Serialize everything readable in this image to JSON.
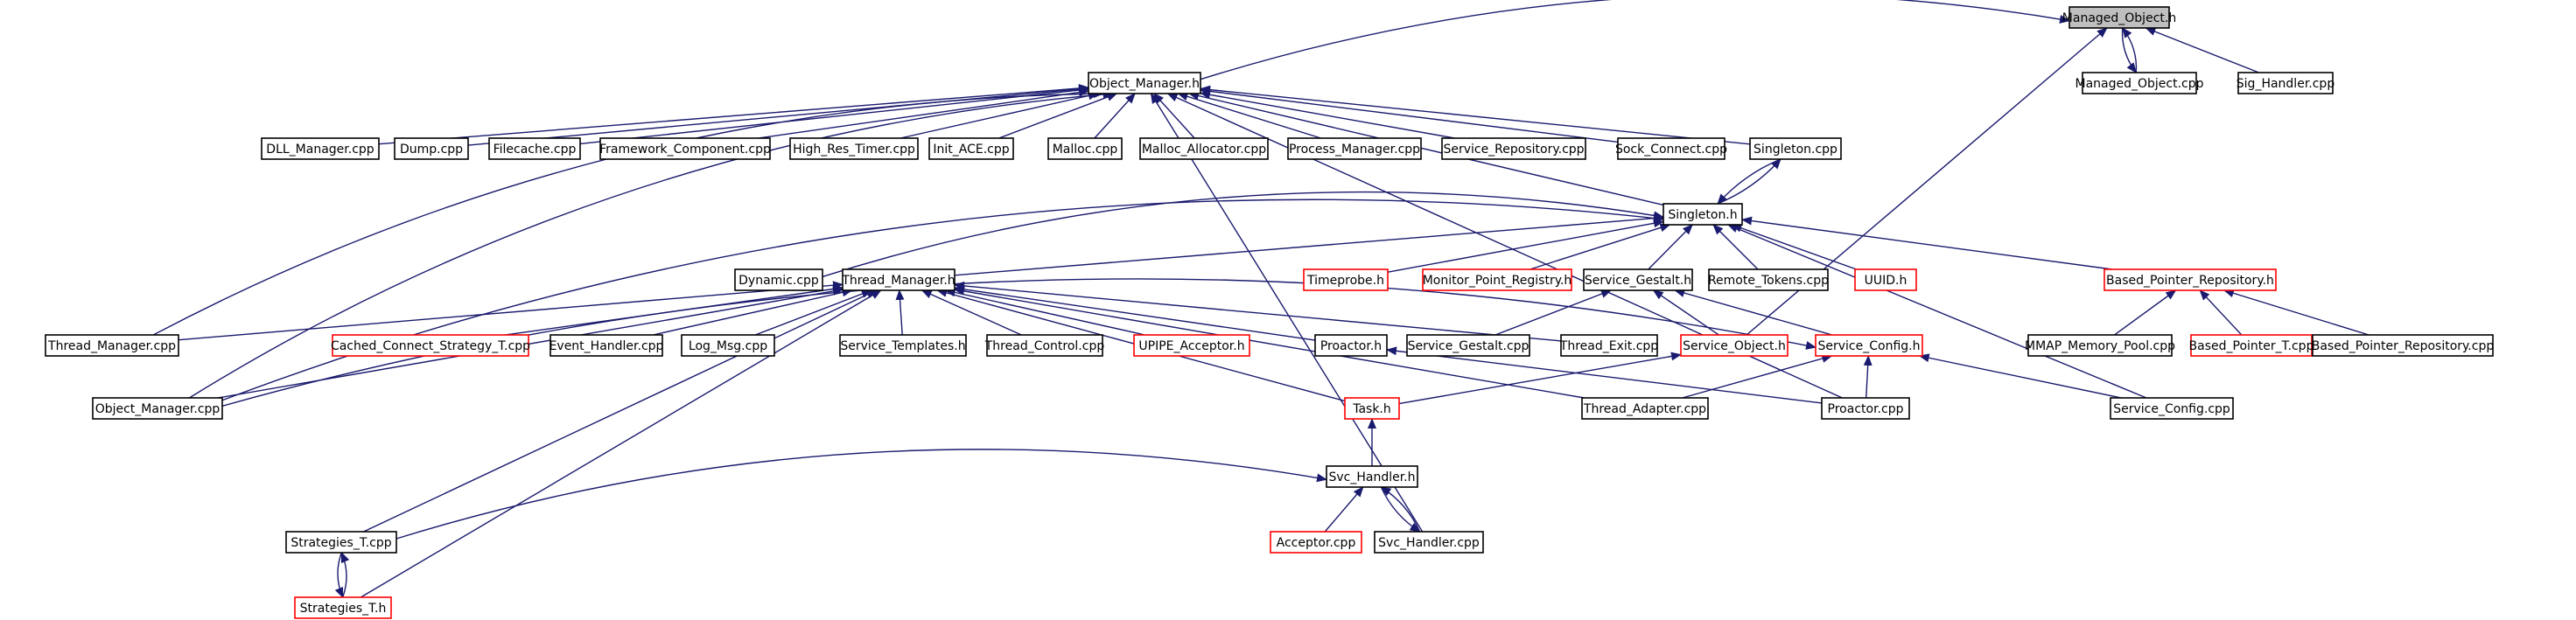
{
  "colors": {
    "edge": "#1a1a6e",
    "documented_border": "#000000",
    "undocumented_border": "#ff0000",
    "root_fill": "#bfbfbf",
    "node_fill": "#ffffff"
  },
  "nodes": [
    {
      "id": "managed_object_h",
      "label": "Managed_Object.h",
      "status": "root"
    },
    {
      "id": "object_manager_h",
      "label": "Object_Manager.h",
      "status": "documented"
    },
    {
      "id": "managed_object_cpp",
      "label": "Managed_Object.cpp",
      "status": "documented"
    },
    {
      "id": "sig_handler_cpp",
      "label": "Sig_Handler.cpp",
      "status": "documented"
    },
    {
      "id": "dll_manager_cpp",
      "label": "DLL_Manager.cpp",
      "status": "documented"
    },
    {
      "id": "dump_cpp",
      "label": "Dump.cpp",
      "status": "documented"
    },
    {
      "id": "filecache_cpp",
      "label": "Filecache.cpp",
      "status": "documented"
    },
    {
      "id": "framework_component_cpp",
      "label": "Framework_Component.cpp",
      "status": "documented"
    },
    {
      "id": "high_res_timer_cpp",
      "label": "High_Res_Timer.cpp",
      "status": "documented"
    },
    {
      "id": "init_ace_cpp",
      "label": "Init_ACE.cpp",
      "status": "documented"
    },
    {
      "id": "malloc_cpp",
      "label": "Malloc.cpp",
      "status": "documented"
    },
    {
      "id": "malloc_allocator_cpp",
      "label": "Malloc_Allocator.cpp",
      "status": "documented"
    },
    {
      "id": "process_manager_cpp",
      "label": "Process_Manager.cpp",
      "status": "documented"
    },
    {
      "id": "service_repository_cpp",
      "label": "Service_Repository.cpp",
      "status": "documented"
    },
    {
      "id": "sock_connect_cpp",
      "label": "Sock_Connect.cpp",
      "status": "documented"
    },
    {
      "id": "singleton_cpp",
      "label": "Singleton.cpp",
      "status": "documented"
    },
    {
      "id": "singleton_h",
      "label": "Singleton.h",
      "status": "documented"
    },
    {
      "id": "dynamic_cpp",
      "label": "Dynamic.cpp",
      "status": "documented"
    },
    {
      "id": "thread_manager_h",
      "label": "Thread_Manager.h",
      "status": "documented"
    },
    {
      "id": "timeprobe_h",
      "label": "Timeprobe.h",
      "status": "undocumented"
    },
    {
      "id": "monitor_point_registry_h",
      "label": "Monitor_Point_Registry.h",
      "status": "undocumented"
    },
    {
      "id": "service_gestalt_h",
      "label": "Service_Gestalt.h",
      "status": "documented"
    },
    {
      "id": "remote_tokens_cpp",
      "label": "Remote_Tokens.cpp",
      "status": "documented"
    },
    {
      "id": "uuid_h",
      "label": "UUID.h",
      "status": "undocumented"
    },
    {
      "id": "based_pointer_repository_h",
      "label": "Based_Pointer_Repository.h",
      "status": "undocumented"
    },
    {
      "id": "thread_manager_cpp",
      "label": "Thread_Manager.cpp",
      "status": "documented"
    },
    {
      "id": "cached_connect_strategy_t_cpp",
      "label": "Cached_Connect_Strategy_T.cpp",
      "status": "undocumented"
    },
    {
      "id": "event_handler_cpp",
      "label": "Event_Handler.cpp",
      "status": "documented"
    },
    {
      "id": "log_msg_cpp",
      "label": "Log_Msg.cpp",
      "status": "documented"
    },
    {
      "id": "service_templates_h",
      "label": "Service_Templates.h",
      "status": "documented"
    },
    {
      "id": "thread_control_cpp",
      "label": "Thread_Control.cpp",
      "status": "documented"
    },
    {
      "id": "upipe_acceptor_h",
      "label": "UPIPE_Acceptor.h",
      "status": "undocumented"
    },
    {
      "id": "proactor_h",
      "label": "Proactor.h",
      "status": "documented"
    },
    {
      "id": "service_gestalt_cpp",
      "label": "Service_Gestalt.cpp",
      "status": "documented"
    },
    {
      "id": "thread_exit_cpp",
      "label": "Thread_Exit.cpp",
      "status": "documented"
    },
    {
      "id": "service_object_h",
      "label": "Service_Object.h",
      "status": "undocumented"
    },
    {
      "id": "service_config_h",
      "label": "Service_Config.h",
      "status": "undocumented"
    },
    {
      "id": "mmap_memory_pool_cpp",
      "label": "MMAP_Memory_Pool.cpp",
      "status": "documented"
    },
    {
      "id": "based_pointer_t_cpp",
      "label": "Based_Pointer_T.cpp",
      "status": "undocumented"
    },
    {
      "id": "based_pointer_repository_cpp",
      "label": "Based_Pointer_Repository.cpp",
      "status": "documented"
    },
    {
      "id": "object_manager_cpp",
      "label": "Object_Manager.cpp",
      "status": "documented"
    },
    {
      "id": "task_h",
      "label": "Task.h",
      "status": "undocumented"
    },
    {
      "id": "thread_adapter_cpp",
      "label": "Thread_Adapter.cpp",
      "status": "documented"
    },
    {
      "id": "proactor_cpp",
      "label": "Proactor.cpp",
      "status": "documented"
    },
    {
      "id": "service_config_cpp",
      "label": "Service_Config.cpp",
      "status": "documented"
    },
    {
      "id": "svc_handler_h",
      "label": "Svc_Handler.h",
      "status": "documented"
    },
    {
      "id": "strategies_t_cpp",
      "label": "Strategies_T.cpp",
      "status": "documented"
    },
    {
      "id": "acceptor_cpp",
      "label": "Acceptor.cpp",
      "status": "undocumented"
    },
    {
      "id": "svc_handler_cpp",
      "label": "Svc_Handler.cpp",
      "status": "documented"
    },
    {
      "id": "strategies_t_h",
      "label": "Strategies_T.h",
      "status": "undocumented"
    }
  ],
  "edges": [
    [
      "object_manager_h",
      "managed_object_h"
    ],
    [
      "managed_object_cpp",
      "managed_object_h"
    ],
    [
      "sig_handler_cpp",
      "managed_object_h"
    ],
    [
      "service_object_h",
      "managed_object_h"
    ],
    [
      "dll_manager_cpp",
      "object_manager_h"
    ],
    [
      "dump_cpp",
      "object_manager_h"
    ],
    [
      "filecache_cpp",
      "object_manager_h"
    ],
    [
      "framework_component_cpp",
      "object_manager_h"
    ],
    [
      "high_res_timer_cpp",
      "object_manager_h"
    ],
    [
      "init_ace_cpp",
      "object_manager_h"
    ],
    [
      "malloc_cpp",
      "object_manager_h"
    ],
    [
      "malloc_allocator_cpp",
      "object_manager_h"
    ],
    [
      "process_manager_cpp",
      "object_manager_h"
    ],
    [
      "service_repository_cpp",
      "object_manager_h"
    ],
    [
      "sock_connect_cpp",
      "object_manager_h"
    ],
    [
      "singleton_cpp",
      "object_manager_h"
    ],
    [
      "singleton_h",
      "object_manager_h"
    ],
    [
      "thread_manager_cpp",
      "object_manager_h"
    ],
    [
      "object_manager_cpp",
      "object_manager_h"
    ],
    [
      "proactor_cpp",
      "object_manager_h"
    ],
    [
      "svc_handler_cpp",
      "object_manager_h"
    ],
    [
      "singleton_cpp",
      "singleton_h"
    ],
    [
      "dynamic_cpp",
      "singleton_h"
    ],
    [
      "thread_manager_h",
      "singleton_h"
    ],
    [
      "timeprobe_h",
      "singleton_h"
    ],
    [
      "monitor_point_registry_h",
      "singleton_h"
    ],
    [
      "service_gestalt_h",
      "singleton_h"
    ],
    [
      "remote_tokens_cpp",
      "singleton_h"
    ],
    [
      "uuid_h",
      "singleton_h"
    ],
    [
      "based_pointer_repository_h",
      "singleton_h"
    ],
    [
      "object_manager_cpp",
      "singleton_h"
    ],
    [
      "service_config_cpp",
      "singleton_h"
    ],
    [
      "thread_manager_cpp",
      "thread_manager_h"
    ],
    [
      "cached_connect_strategy_t_cpp",
      "thread_manager_h"
    ],
    [
      "event_handler_cpp",
      "thread_manager_h"
    ],
    [
      "log_msg_cpp",
      "thread_manager_h"
    ],
    [
      "service_templates_h",
      "thread_manager_h"
    ],
    [
      "thread_control_cpp",
      "thread_manager_h"
    ],
    [
      "upipe_acceptor_h",
      "thread_manager_h"
    ],
    [
      "proactor_h",
      "thread_manager_h"
    ],
    [
      "thread_exit_cpp",
      "thread_manager_h"
    ],
    [
      "object_manager_cpp",
      "thread_manager_h"
    ],
    [
      "task_h",
      "thread_manager_h"
    ],
    [
      "strategies_t_cpp",
      "thread_manager_h"
    ],
    [
      "strategies_t_h",
      "thread_manager_h"
    ],
    [
      "thread_adapter_cpp",
      "thread_manager_h"
    ],
    [
      "service_gestalt_cpp",
      "service_gestalt_h"
    ],
    [
      "service_object_h",
      "service_gestalt_h"
    ],
    [
      "service_config_h",
      "service_gestalt_h"
    ],
    [
      "mmap_memory_pool_cpp",
      "based_pointer_repository_h"
    ],
    [
      "based_pointer_t_cpp",
      "based_pointer_repository_h"
    ],
    [
      "based_pointer_repository_cpp",
      "based_pointer_repository_h"
    ],
    [
      "task_h",
      "service_object_h"
    ],
    [
      "thread_adapter_cpp",
      "service_config_h"
    ],
    [
      "proactor_cpp",
      "service_config_h"
    ],
    [
      "service_config_cpp",
      "service_config_h"
    ],
    [
      "object_manager_cpp",
      "service_config_h"
    ],
    [
      "proactor_cpp",
      "proactor_h"
    ],
    [
      "svc_handler_h",
      "task_h"
    ],
    [
      "strategies_t_cpp",
      "svc_handler_h"
    ],
    [
      "acceptor_cpp",
      "svc_handler_h"
    ],
    [
      "svc_handler_cpp",
      "svc_handler_h"
    ],
    [
      "strategies_t_h",
      "strategies_t_cpp"
    ],
    [
      "strategies_t_cpp",
      "strategies_t_h"
    ],
    [
      "singleton_h",
      "singleton_cpp"
    ],
    [
      "managed_object_h",
      "managed_object_cpp"
    ],
    [
      "svc_handler_h",
      "svc_handler_cpp"
    ]
  ]
}
